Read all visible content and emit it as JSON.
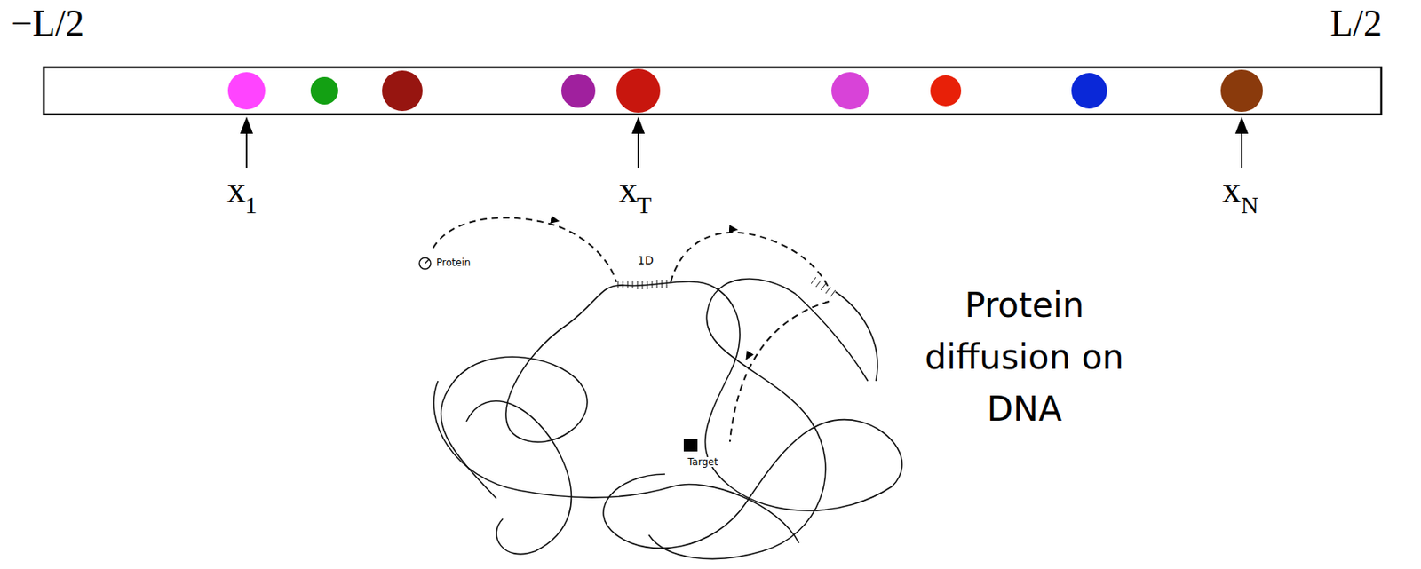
{
  "diagram": {
    "labels": [
      "−L/2",
      "L/2",
      "x",
      "1",
      "x",
      "T",
      "x",
      "N",
      "Protein",
      "1D",
      "Target",
      "Protein diffusion on DNA"
    ]
  }
}
